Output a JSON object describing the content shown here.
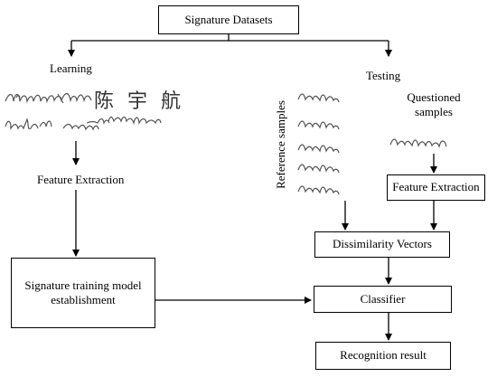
{
  "nodes": {
    "datasets": "Signature Datasets",
    "feature_extraction_learning": "Feature Extraction",
    "training_model": "Signature training model establishment",
    "feature_extraction_testing": "Feature Extraction",
    "dissimilarity": "Dissimilarity Vectors",
    "classifier": "Classifier",
    "recognition": "Recognition result"
  },
  "labels": {
    "learning": "Learning",
    "testing": "Testing",
    "reference_samples": "Reference samples",
    "questioned_samples": "Questioned samples"
  },
  "samples": {
    "chinese_signature": "陈 宇 航"
  }
}
